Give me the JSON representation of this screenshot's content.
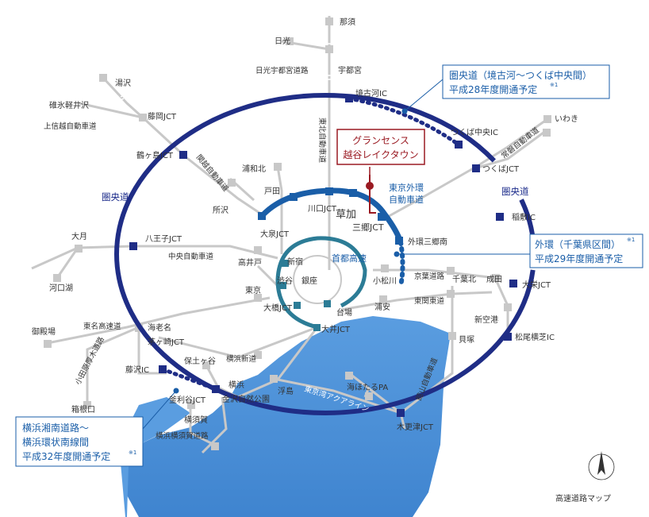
{
  "map_title": "高速道路マップ",
  "property": {
    "line1": "グランセンス",
    "line2": "越谷レイクタウン"
  },
  "rings": {
    "kenodo": "圏央道",
    "gaikan": [
      "東京外環",
      "自動車道"
    ],
    "shuto": "首都高速"
  },
  "callouts": {
    "kenodo_section": {
      "line1": "圏央道（境古河〜つくば中央間）",
      "line2": "平成28年度開通予定",
      "note": "※1"
    },
    "gaikan_section": {
      "line1": "外環（千葉県区間）",
      "line1_note": "※1",
      "line2": "平成29年度開通予定"
    },
    "yokohama_section": {
      "line1": "横浜湘南道路〜",
      "line2": "横浜環状南線間",
      "line3": "平成32年度開通予定",
      "note": "※1"
    }
  },
  "places": {
    "nasu": "那須",
    "nikko": "日光",
    "utsunomiya": "宇都宮",
    "nikko_utsunomiya_road": "日光宇都宮道路",
    "yuzawa": "湯沢",
    "usui": "碓氷軽井沢",
    "fujioka": "藤岡JCT",
    "joshinetsu": "上信越自動車道",
    "sakaikoga": "境古河IC",
    "tsukuba_chuo": "つくば中央IC",
    "iwaki": "いわき",
    "tsukuba_jct": "つくばJCT",
    "tsurugashima": "鶴ヶ島JCT",
    "kanetsu": "関越自動車道",
    "urawa_kita": "浦和北",
    "toda": "戸田",
    "kawaguchi": "川口JCT",
    "soka": "草加",
    "misato": "三郷JCT",
    "misato_minami": "外環三郷南",
    "tokorozawa": "所沢",
    "oizumi": "大泉JCT",
    "inashiki": "稲敷IC",
    "otsuki": "大月",
    "hachioji": "八王子JCT",
    "chuo_expwy": "中央自動車道",
    "takaido": "高井戸",
    "shinjuku": "新宿",
    "kawaguchiko": "河口湖",
    "shibuya": "渋谷",
    "ginza": "銀座",
    "komatsugawa": "小松川",
    "keiyo": "京葉道路",
    "chiba_kita": "千葉北",
    "narita": "成田",
    "tokyo": "東京",
    "ohashi": "大橋JCT",
    "daiba": "台場",
    "urayasu": "浦安",
    "higashi_kanto": "東関東道",
    "shin_kuko": "新空港",
    "sakae": "大栄JCT",
    "gotemba": "御殿場",
    "tomei": "東名高速道",
    "ebina": "海老名",
    "chigasaki": "茅ヶ崎JCT",
    "oi": "大井JCT",
    "matsuo": "松尾横芝IC",
    "odawara_atsugi": "小田原厚木道路",
    "hodogaya": "保土ヶ谷",
    "yokohama_shindo": "横浜新道",
    "kaizuka": "貝塚",
    "fujisawa": "藤沢IC",
    "yokohama": "横浜",
    "kanazawa": "金沢自然公園",
    "ukishima": "浮島",
    "umihotaru": "海ほたるPA",
    "tateyama_road": "館山自動車道",
    "hakone": "箱根口",
    "kamariya": "釜利谷JCT",
    "yokosuka": "横須賀",
    "yokosuka_road": "横浜横須賀道路",
    "aqualine": "東京湾アクアライン",
    "kisarazu": "木更津JCT",
    "tohoku": "東北自動車道",
    "joban": "常磐自動車道"
  },
  "colors": {
    "kenodo_ring": "#1f2d86",
    "gaikan_ring": "#1a5ea8",
    "shuto_ring": "#2c7c96",
    "property_marker": "#9a1a22",
    "callout_border": "#1a5ea8",
    "sea": "#4f93d6",
    "roads": "#c8c8c8"
  },
  "icons": {
    "north": "north-arrow-icon"
  }
}
